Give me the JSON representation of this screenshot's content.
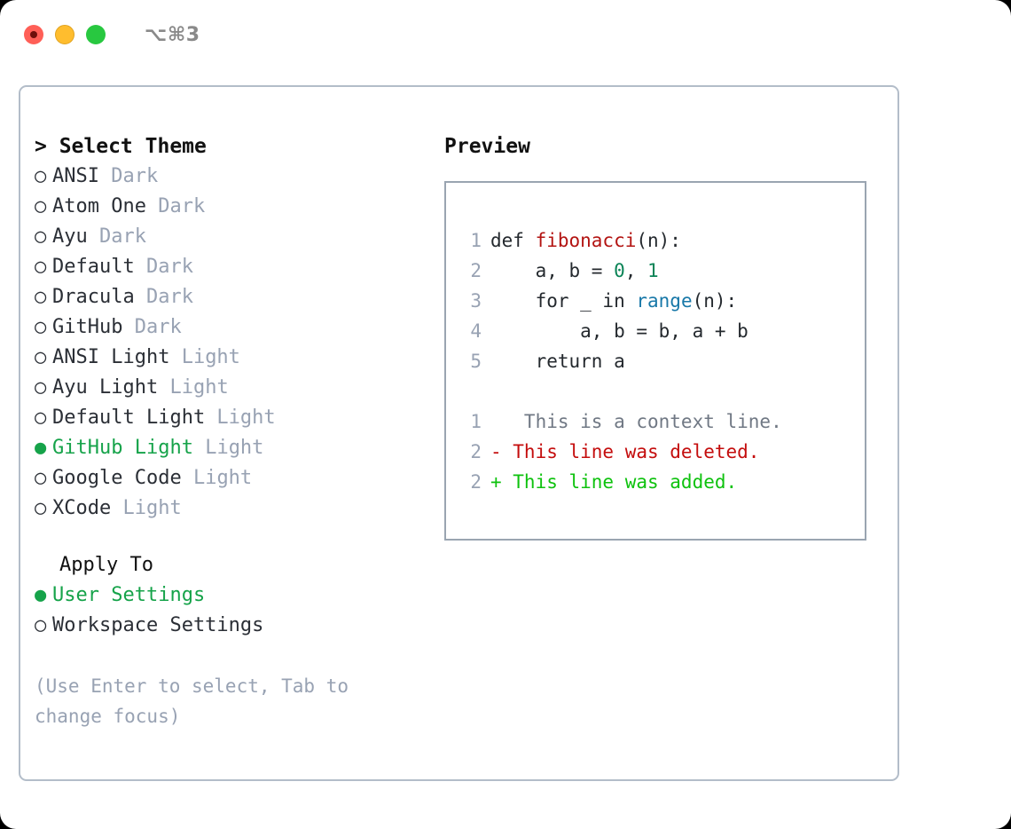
{
  "titlebar": {
    "shortcut": "⌥⌘3",
    "buttons": {
      "close": "close",
      "minimize": "minimize",
      "maximize": "maximize"
    }
  },
  "theme_picker": {
    "header": "> Select Theme",
    "bullet_selected": "●",
    "bullet_unselected": "○",
    "items": [
      {
        "name": "ANSI",
        "variant": "Dark",
        "selected": false
      },
      {
        "name": "Atom One",
        "variant": "Dark",
        "selected": false
      },
      {
        "name": "Ayu",
        "variant": "Dark",
        "selected": false
      },
      {
        "name": "Default",
        "variant": "Dark",
        "selected": false
      },
      {
        "name": "Dracula",
        "variant": "Dark",
        "selected": false
      },
      {
        "name": "GitHub",
        "variant": "Dark",
        "selected": false
      },
      {
        "name": "ANSI Light",
        "variant": "Light",
        "selected": false
      },
      {
        "name": "Ayu Light",
        "variant": "Light",
        "selected": false
      },
      {
        "name": "Default Light",
        "variant": "Light",
        "selected": false
      },
      {
        "name": "GitHub Light",
        "variant": "Light",
        "selected": true
      },
      {
        "name": "Google Code",
        "variant": "Light",
        "selected": false
      },
      {
        "name": "XCode",
        "variant": "Light",
        "selected": false
      }
    ]
  },
  "apply_to": {
    "header": "Apply To",
    "items": [
      {
        "name": "User Settings",
        "selected": true
      },
      {
        "name": "Workspace Settings",
        "selected": false
      }
    ]
  },
  "hint": "(Use Enter to select, Tab to change focus)",
  "preview": {
    "header": "Preview",
    "code_lines": [
      {
        "n": "1",
        "parts": [
          {
            "t": "def ",
            "cls": ""
          },
          {
            "t": "fibonacci",
            "cls": "tok-fn"
          },
          {
            "t": "(n):",
            "cls": ""
          }
        ]
      },
      {
        "n": "2",
        "parts": [
          {
            "t": "    a, b = ",
            "cls": ""
          },
          {
            "t": "0",
            "cls": "tok-num"
          },
          {
            "t": ", ",
            "cls": ""
          },
          {
            "t": "1",
            "cls": "tok-num"
          }
        ]
      },
      {
        "n": "3",
        "parts": [
          {
            "t": "    for _ in ",
            "cls": ""
          },
          {
            "t": "range",
            "cls": "tok-call"
          },
          {
            "t": "(n):",
            "cls": ""
          }
        ]
      },
      {
        "n": "4",
        "parts": [
          {
            "t": "        a, b = b, a + b",
            "cls": ""
          }
        ]
      },
      {
        "n": "5",
        "parts": [
          {
            "t": "    return a",
            "cls": ""
          }
        ]
      }
    ],
    "diff_lines": [
      {
        "n": "1",
        "marker": " ",
        "text": "  This is a context line.",
        "kind": "ctx"
      },
      {
        "n": "2",
        "marker": "-",
        "text": " This line was deleted.",
        "kind": "del"
      },
      {
        "n": "2",
        "marker": "+",
        "text": " This line was added.",
        "kind": "add"
      }
    ]
  },
  "colors": {
    "accent_green": "#16a34a",
    "muted": "#98a2b3",
    "panel_border": "#b3bdc9",
    "preview_border": "#9aa5b1",
    "diff_add": "#0ec20e",
    "diff_del": "#c40d0d",
    "fn_name": "#b31412",
    "number": "#0b8457",
    "call": "#1878a8"
  }
}
